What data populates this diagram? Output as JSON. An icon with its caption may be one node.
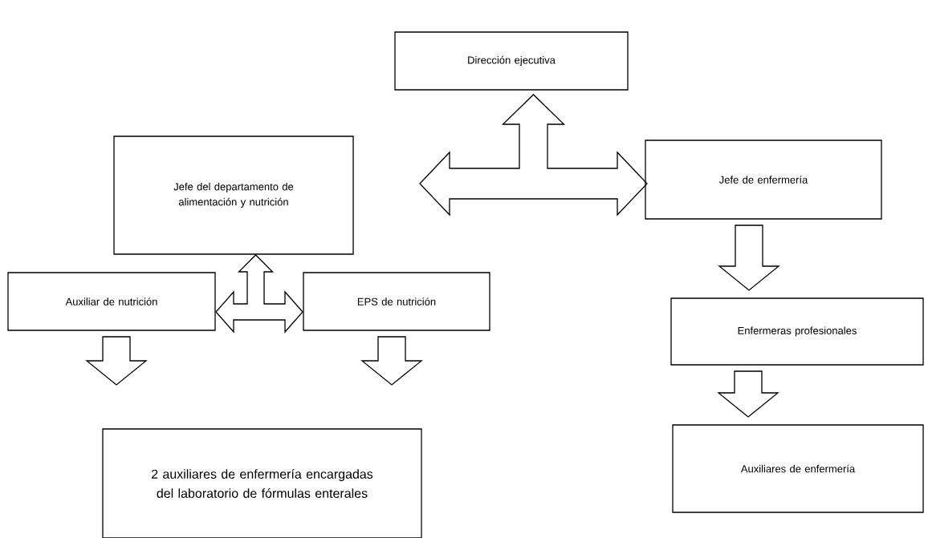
{
  "diagram": {
    "nodes": [
      {
        "text": [
          "Dirección ejecutiva"
        ]
      },
      {
        "text": [
          "Jefe del departamento de alimentación y nutrición"
        ]
      },
      {
        "text": [
          "Jefe de enfermería"
        ]
      },
      {
        "text": [
          "Auxiliar de nutrición"
        ]
      },
      {
        "text": [
          "EPS de nutrición"
        ]
      },
      {
        "text": [
          "Enfermeras profesionales"
        ]
      },
      {
        "text": [
          "2 auxiliares de enfermería encargadas del laboratorio de fórmulas enterales"
        ]
      },
      {
        "text": [
          "Auxiliares de enfermería"
        ]
      }
    ],
    "edges": [
      {
        "from": 1,
        "to": 2,
        "arrow": "both"
      },
      {
        "from": 1,
        "to": 0,
        "arrow": "both"
      },
      {
        "from": 2,
        "to": 0,
        "arrow": "both"
      },
      {
        "from": 3,
        "to": 4,
        "arrow": "both"
      },
      {
        "from": 3,
        "to": 1,
        "arrow": "both"
      },
      {
        "from": 4,
        "to": 1,
        "arrow": "both"
      },
      {
        "from": 2,
        "to": 5,
        "arrow": "to"
      },
      {
        "from": 5,
        "to": 7,
        "arrow": "to"
      },
      {
        "from": 3,
        "to": 6,
        "arrow": "to"
      },
      {
        "from": 4,
        "to": 6,
        "arrow": "to"
      }
    ]
  }
}
